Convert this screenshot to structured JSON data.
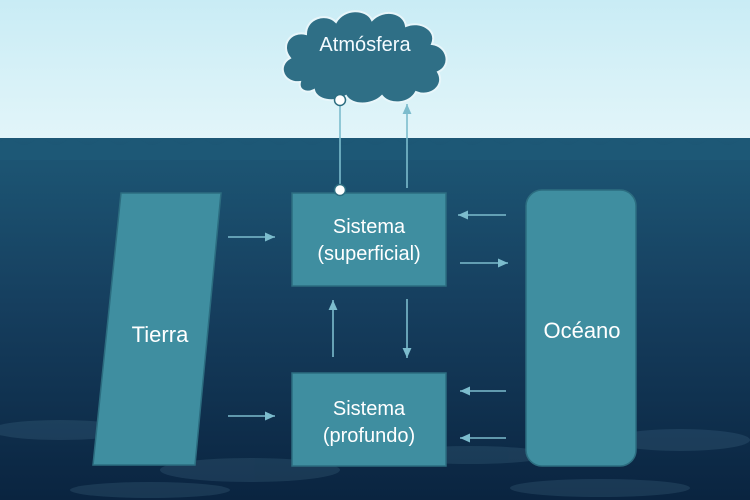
{
  "diagram": {
    "atmosphere": {
      "label": "Atmósfera"
    },
    "surface_system": {
      "line1": "Sistema",
      "line2": "(superficial)"
    },
    "deep_system": {
      "line1": "Sistema",
      "line2": "(profundo)"
    },
    "earth": {
      "label": "Tierra"
    },
    "ocean": {
      "label": "Océano"
    }
  },
  "colors": {
    "sky": "#d6f1f8",
    "water_top": "#1f5a78",
    "water_bottom": "#0b2a45",
    "box_fill": "#3f8ea0",
    "box_stroke": "#2c6d80",
    "arrow": "#6fb3c6",
    "cloud_fill": "#2f6f86"
  },
  "flows": [
    {
      "from": "earth",
      "to": "surface_system"
    },
    {
      "from": "earth",
      "to": "deep_system"
    },
    {
      "from": "ocean",
      "to": "surface_system"
    },
    {
      "from": "surface_system",
      "to": "ocean"
    },
    {
      "from": "ocean",
      "to": "deep_system"
    },
    {
      "from": "ocean",
      "to": "deep_system"
    },
    {
      "from": "surface_system",
      "to": "deep_system"
    },
    {
      "from": "deep_system",
      "to": "surface_system"
    },
    {
      "from": "surface_system",
      "to": "atmosphere"
    },
    {
      "from": "atmosphere",
      "to": "surface_system",
      "style": "line-with-circle-ends"
    }
  ]
}
